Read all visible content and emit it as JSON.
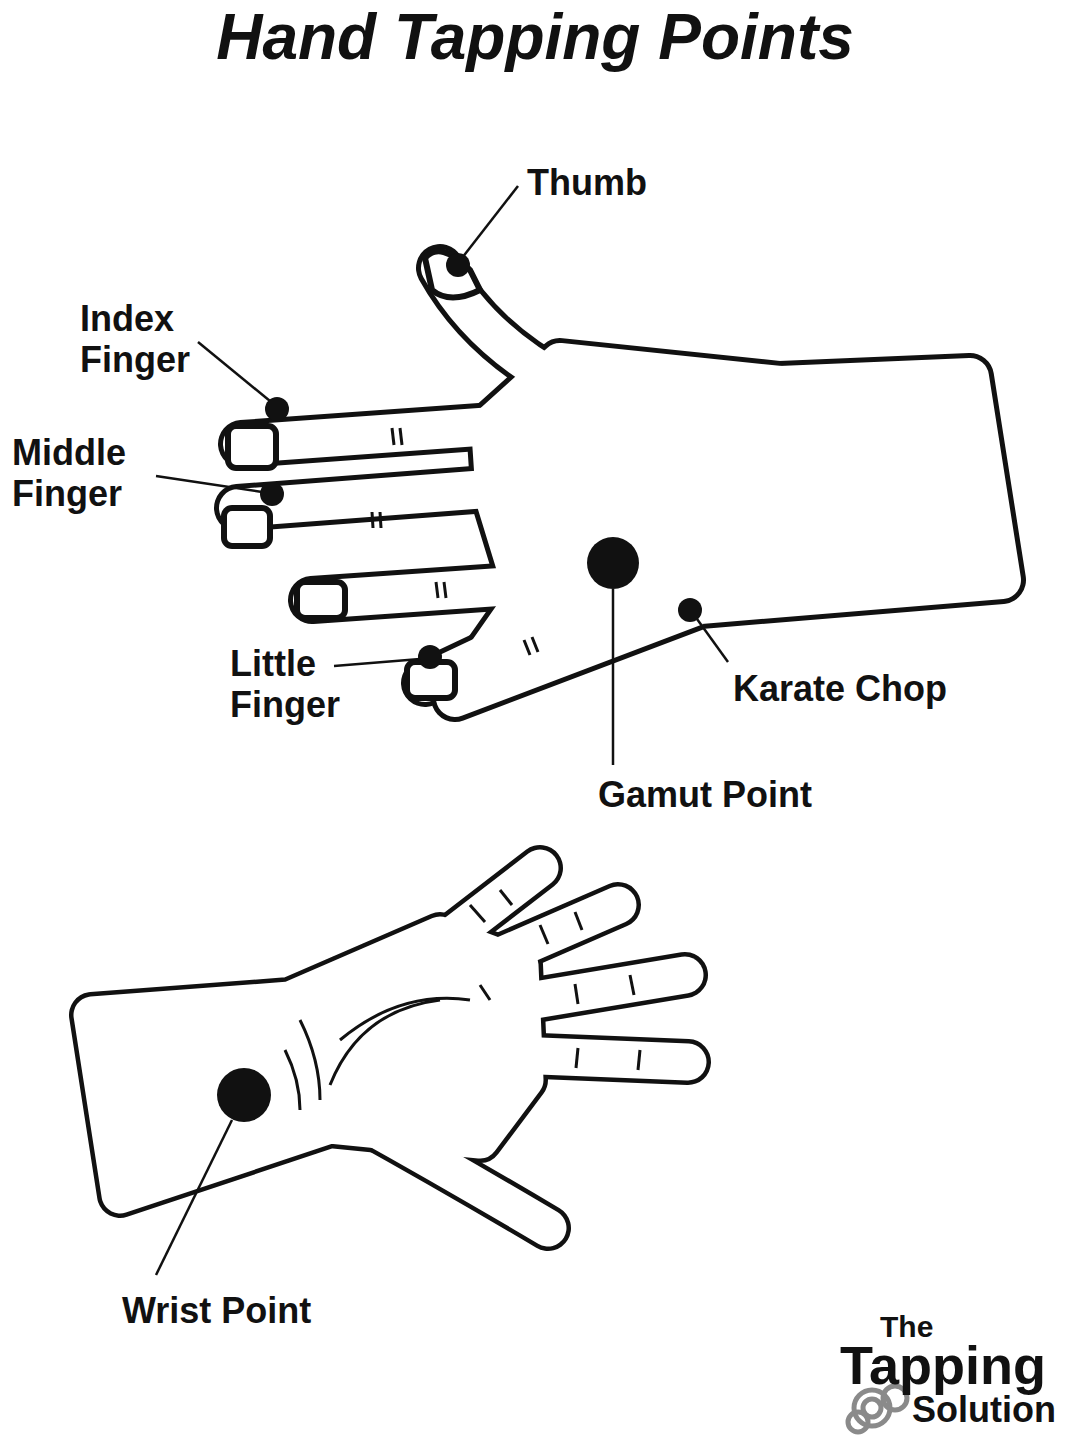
{
  "diagram": {
    "title": "Hand Tapping Points",
    "labels": [
      "Thumb",
      "Index Finger",
      "Middle Finger",
      "Little Finger",
      "Karate Chop",
      "Gamut Point",
      "Wrist Point",
      "The",
      "Tapping",
      "Solution"
    ]
  }
}
